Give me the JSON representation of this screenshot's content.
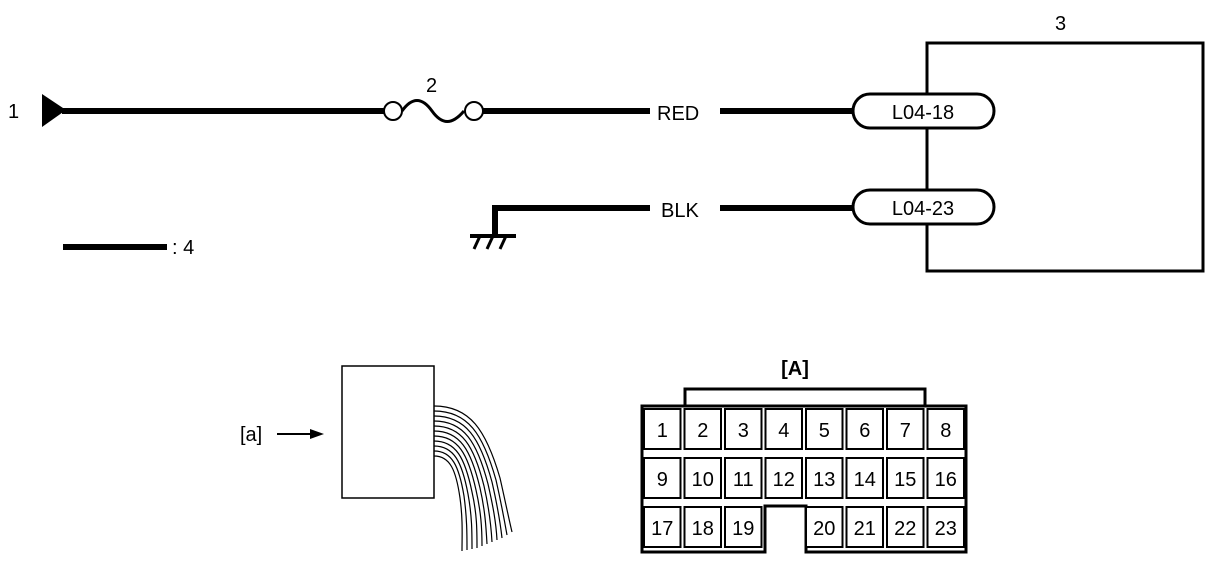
{
  "callouts": {
    "input": "1",
    "fuse": "2",
    "module": "3",
    "legend": ": 4",
    "view": "[a]"
  },
  "wires": {
    "red": "RED",
    "blk": "BLK"
  },
  "terminals": {
    "t1": "L04-18",
    "t2": "L04-23"
  },
  "connector": {
    "label": "[A]",
    "row1": [
      "1",
      "2",
      "3",
      "4",
      "5",
      "6",
      "7",
      "8"
    ],
    "row2": [
      "9",
      "10",
      "11",
      "12",
      "13",
      "14",
      "15",
      "16"
    ],
    "row3": [
      "17",
      "18",
      "19",
      "20",
      "21",
      "22",
      "23"
    ]
  }
}
